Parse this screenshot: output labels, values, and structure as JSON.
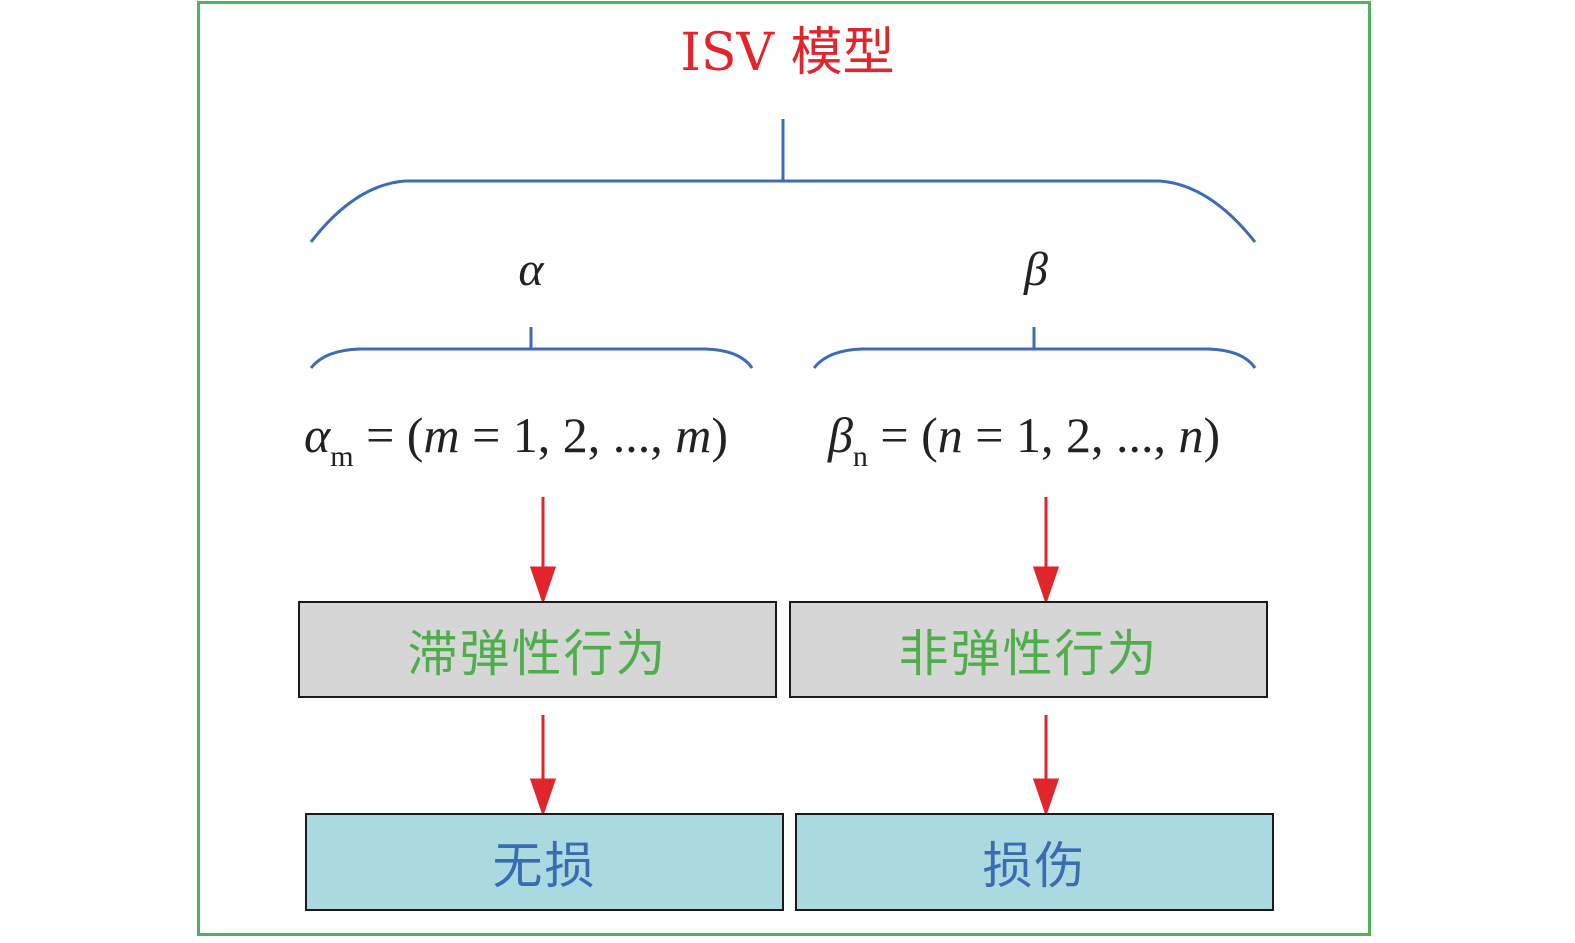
{
  "title": "ISV 模型",
  "branches": {
    "left": {
      "symbol": "α",
      "formula": {
        "base": "α",
        "sub": "m",
        "var": "m",
        "seq": "1, 2, ..., "
      },
      "behavior": "滞弹性行为",
      "result": "无损"
    },
    "right": {
      "symbol": "β",
      "formula": {
        "base": "β",
        "sub": "n",
        "var": "n",
        "seq": "1, 2, ..., "
      },
      "behavior": "非弹性行为",
      "result": "损伤"
    }
  },
  "colors": {
    "title": "#e0262b",
    "bracket": "#3b6db5",
    "arrow": "#e0262b",
    "behavior_text": "#4fae4c",
    "result_text": "#3a6cb4",
    "frame": "#4db557"
  }
}
